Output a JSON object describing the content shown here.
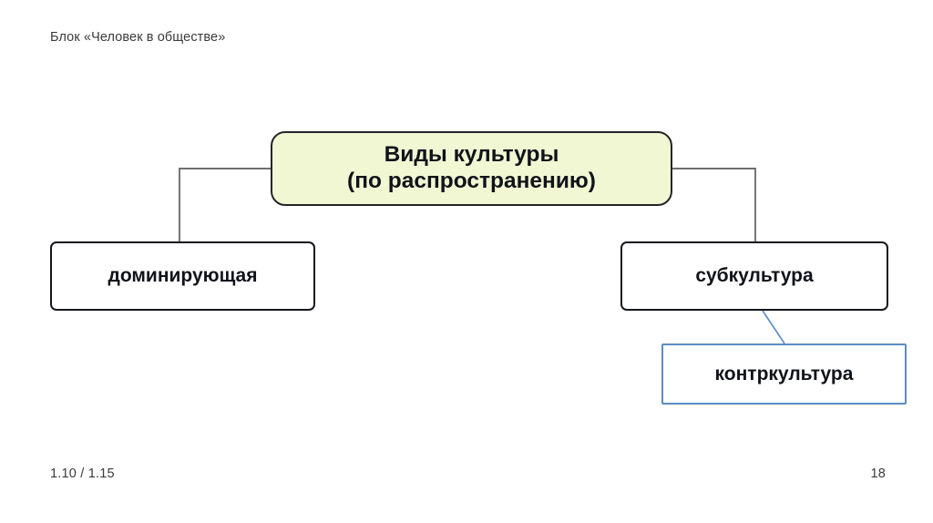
{
  "slide": {
    "header": "Блок «Человек в обществе»",
    "background_color": "#ffffff",
    "footer_left": "1.10 / 1.15",
    "page_number": "18"
  },
  "diagram": {
    "type": "tree",
    "root": {
      "label": "Виды культуры\n(по распространению)",
      "fill_color": "#f1f7d3",
      "border_color": "#23252b"
    },
    "branches": [
      {
        "label": "доминирующая",
        "fill_color": "#ffffff",
        "border_color": "#15171c"
      },
      {
        "label": "субкультура",
        "fill_color": "#ffffff",
        "border_color": "#15171c"
      }
    ],
    "sub_branch": {
      "label": "контркультура",
      "fill_color": "#ffffff",
      "border_color": "#5b8dc0"
    },
    "connector_color": "#6f6f6f",
    "sub_connector_color": "#5b8dc0"
  }
}
